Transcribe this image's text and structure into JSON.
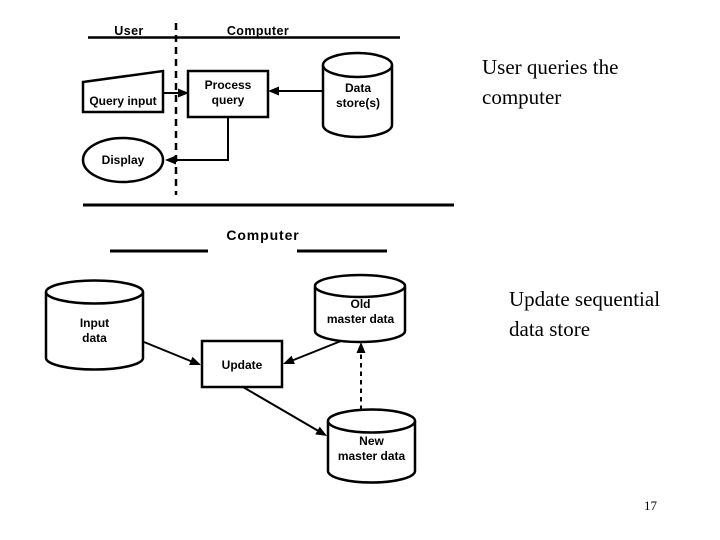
{
  "slide": {
    "background": "#ffffff",
    "ink_color": "#000000",
    "page_number": "17",
    "top_section": {
      "user_header": "User",
      "computer_header": "Computer",
      "query_input_label": "Query input",
      "process_query_label": [
        "Process",
        "query"
      ],
      "data_store_label": [
        "Data",
        "store(s)"
      ],
      "display_label": "Display",
      "annotation": [
        "User queries the",
        "computer"
      ]
    },
    "bottom_section": {
      "computer_header": "Computer",
      "input_data_label": [
        "Input",
        "data"
      ],
      "old_master_label": [
        "Old",
        "master data"
      ],
      "update_label": "Update",
      "new_master_label": [
        "New",
        "master data"
      ],
      "annotation": [
        "Update sequential",
        "data store"
      ]
    }
  }
}
